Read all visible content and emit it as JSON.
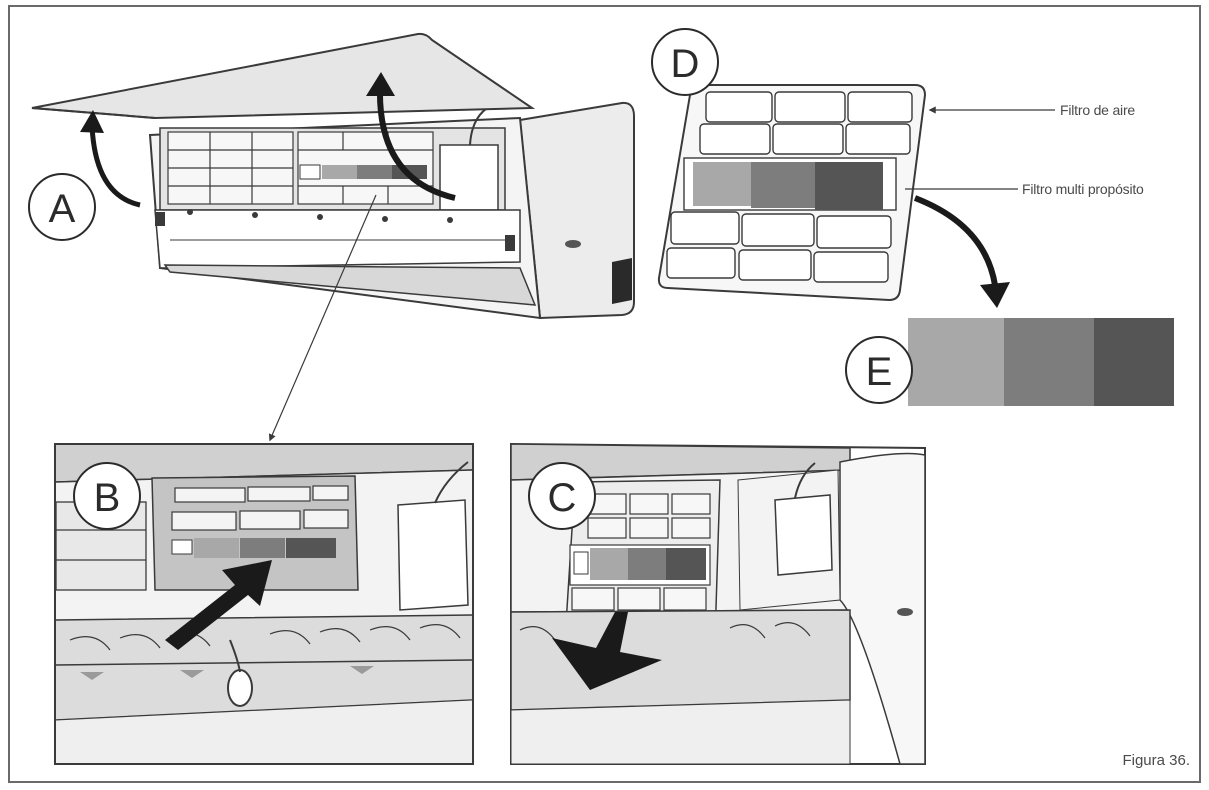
{
  "figure": {
    "caption": "Figura 36.",
    "labels": {
      "a": "A",
      "b": "B",
      "c": "C",
      "d": "D",
      "e": "E"
    },
    "callouts": {
      "air_filter": "Filtro de aire",
      "multi_filter": "Filtro multi propósito"
    },
    "colors": {
      "filter_light": "#a8a8a8",
      "filter_mid": "#7d7d7d",
      "filter_dark": "#555555",
      "line": "#3a3a3a",
      "panel_fill": "#e9e9e9"
    }
  }
}
